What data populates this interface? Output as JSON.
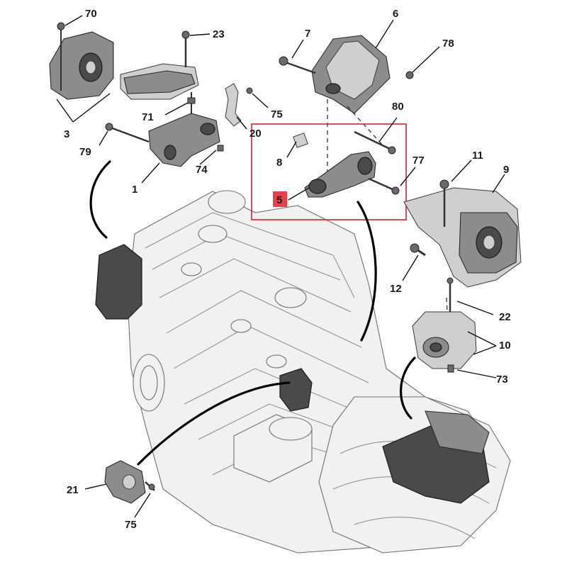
{
  "diagram": {
    "highlight_color": "#e8414b",
    "box_color": "#d9222a",
    "callouts": {
      "c70": "70",
      "c23": "23",
      "c3": "3",
      "c71": "71",
      "c79": "79",
      "c1": "1",
      "c74": "74",
      "c75a": "75",
      "c20": "20",
      "c7": "7",
      "c6": "6",
      "c78": "78",
      "c80": "80",
      "c8": "8",
      "c77": "77",
      "c5": "5",
      "c11": "11",
      "c9": "9",
      "c12": "12",
      "c22": "22",
      "c10": "10",
      "c73": "73",
      "c21": "21",
      "c75b": "75"
    }
  }
}
